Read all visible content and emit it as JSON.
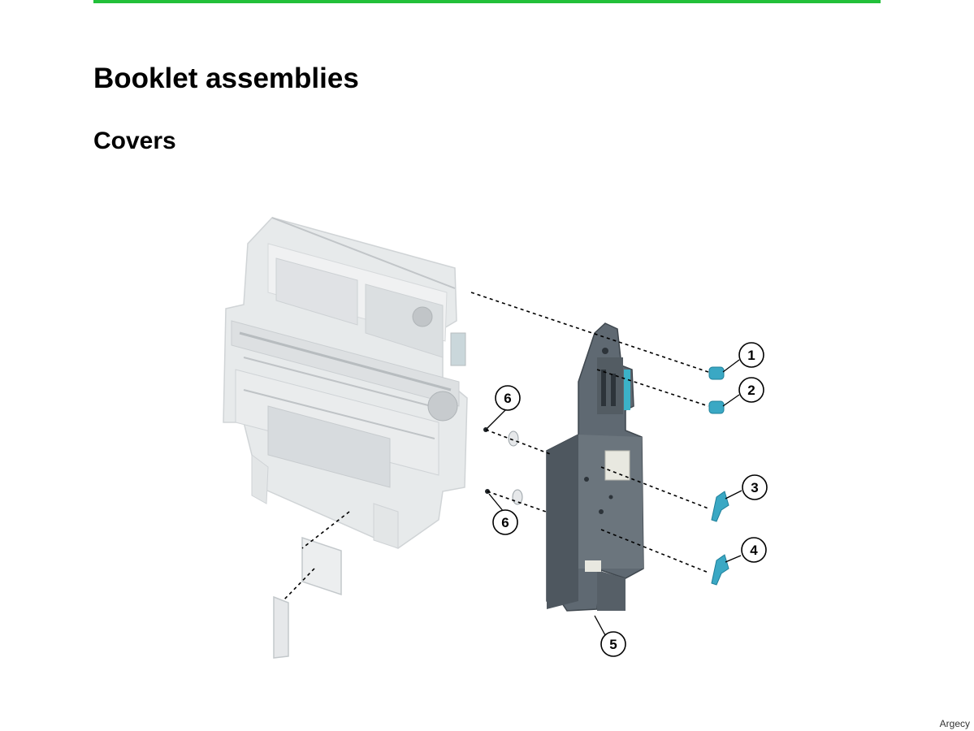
{
  "page": {
    "title": "Booklet assemblies",
    "subtitle": "Covers",
    "footer": "Argecy"
  },
  "figure": {
    "callouts": [
      "1",
      "2",
      "3",
      "4",
      "5",
      "6",
      "6"
    ],
    "colors": {
      "accent_rule": "#22c03a",
      "knob": "#3aa8c4",
      "cover": "#5c6670",
      "frame": "#cfd4d8"
    }
  }
}
